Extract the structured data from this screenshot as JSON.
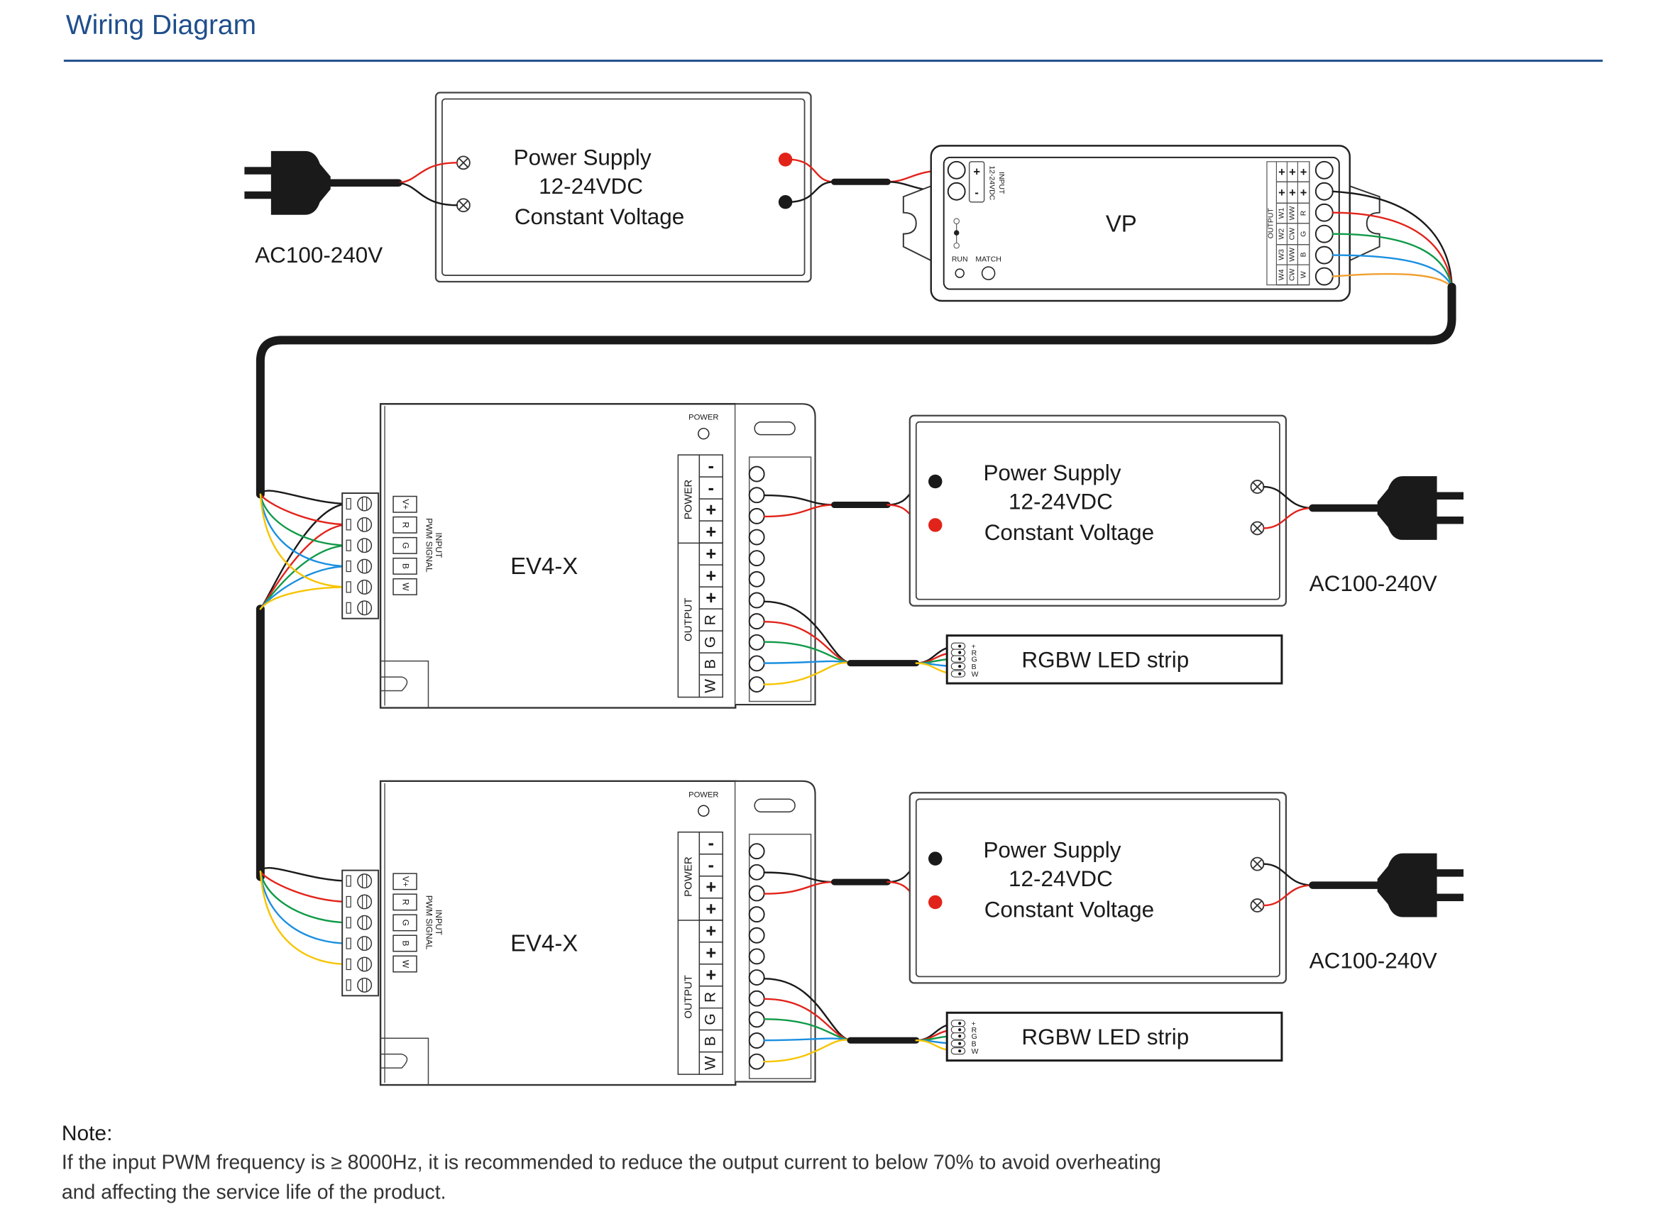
{
  "title": "Wiring Diagram",
  "power_supply": {
    "line1": "Power Supply",
    "line2": "12-24VDC",
    "line3": "Constant Voltage"
  },
  "mains_label": "AC100-240V",
  "vp": {
    "name": "VP",
    "input_title": "INPUT",
    "input_voltage": "12-24VDC",
    "input_terminals": [
      "+",
      "-"
    ],
    "run": "RUN",
    "match": "MATCH",
    "output_title": "OUTPUT",
    "output_columns": [
      [
        "+",
        "+",
        "W1",
        "W2",
        "W3",
        "W4"
      ],
      [
        "+",
        "+",
        "WW",
        "CW",
        "WW",
        "CW"
      ],
      [
        "+",
        "+",
        "R",
        "G",
        "B",
        "W"
      ]
    ]
  },
  "ev4x": {
    "name": "EV4-X",
    "power_led": "POWER",
    "input_title": "INPUT",
    "input_subtitle": "PWM SIGNAL",
    "inputs": [
      "V+",
      "R",
      "G",
      "B",
      "W"
    ],
    "power_group": "POWER",
    "output_group": "OUTPUT",
    "terminals": [
      "-",
      "-",
      "+",
      "+",
      "+",
      "+",
      "+",
      "R",
      "G",
      "B",
      "W"
    ]
  },
  "led_strip": {
    "name": "RGBW LED strip",
    "pins": [
      "+",
      "R",
      "G",
      "B",
      "W"
    ]
  },
  "note": {
    "heading": "Note:",
    "line1": "If the input PWM frequency is ≥ 8000Hz, it is recommended to reduce the output current to below 70% to avoid overheating",
    "line2": "and affecting the service life of the product."
  },
  "colors": {
    "title": "#1f4e8c",
    "wire_black": "#1a1a1a",
    "wire_red": "#e2231a",
    "wire_green": "#109a48",
    "wire_blue": "#1a8fe0",
    "wire_yellow": "#f7c400",
    "wire_orange": "#f0a030"
  }
}
